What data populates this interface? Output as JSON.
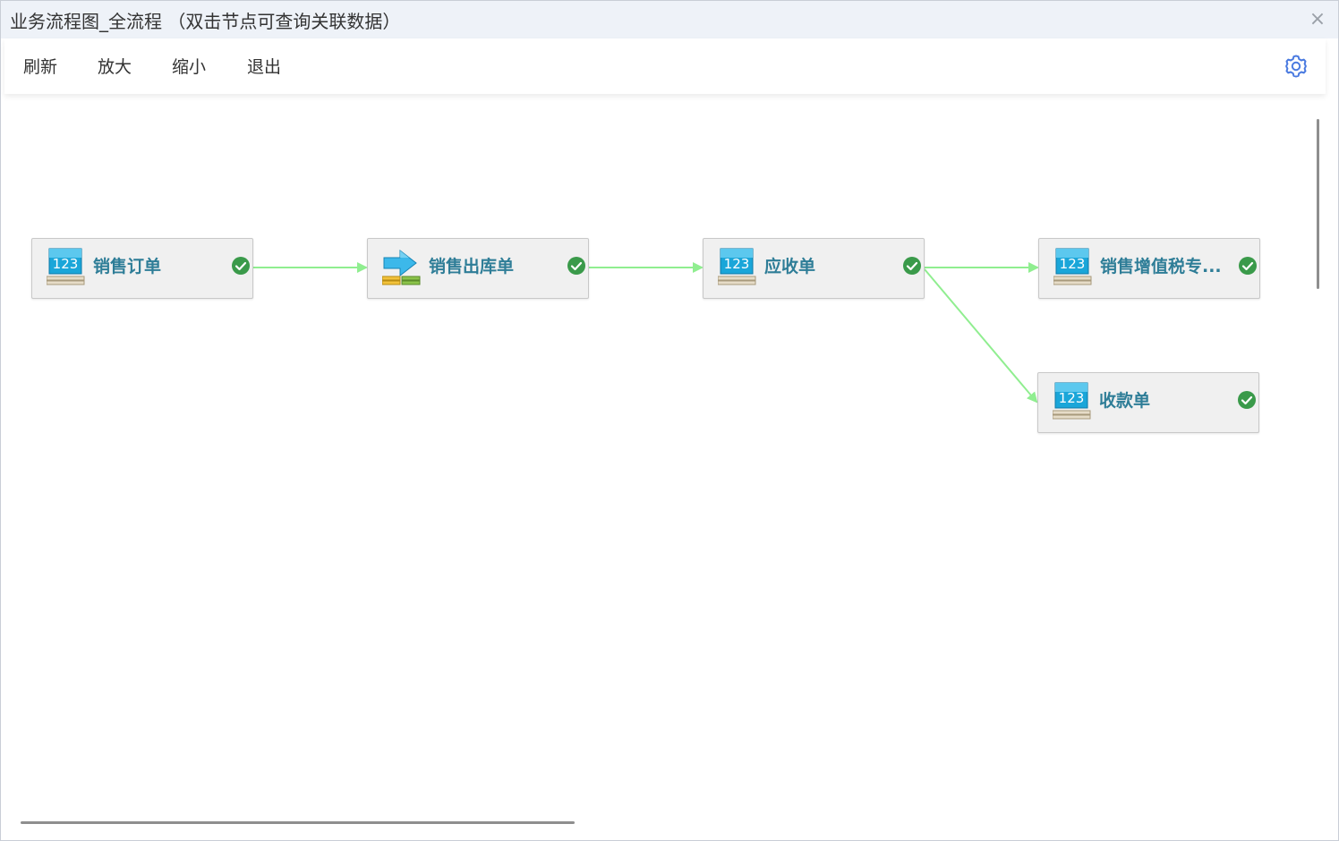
{
  "window": {
    "title": "业务流程图_全流程 （双击节点可查询关联数据）",
    "close_glyph": "×"
  },
  "toolbar": {
    "refresh_label": "刷新",
    "zoom_in_label": "放大",
    "zoom_out_label": "缩小",
    "exit_label": "退出",
    "settings_icon": "gear-icon"
  },
  "flow": {
    "nodes": [
      {
        "id": "sales-order",
        "label": "销售订单",
        "icon": "document-123-icon",
        "status": "done"
      },
      {
        "id": "sales-outbound",
        "label": "销售出库单",
        "icon": "outbound-arrow-icon",
        "status": "done"
      },
      {
        "id": "receivable",
        "label": "应收单",
        "icon": "document-123-icon",
        "status": "done"
      },
      {
        "id": "sales-vat",
        "label": "销售增值税专...",
        "icon": "document-123-icon",
        "status": "done"
      },
      {
        "id": "receipt",
        "label": "收款单",
        "icon": "document-123-icon",
        "status": "done"
      }
    ],
    "edges": [
      {
        "from": "sales-order",
        "to": "sales-outbound"
      },
      {
        "from": "sales-outbound",
        "to": "receivable"
      },
      {
        "from": "receivable",
        "to": "sales-vat"
      },
      {
        "from": "receivable",
        "to": "receipt"
      }
    ]
  },
  "colors": {
    "edge": "#90ee90",
    "node_label": "#2e7d97",
    "check": "#3a9a4a",
    "accent": "#4a7ae0"
  }
}
